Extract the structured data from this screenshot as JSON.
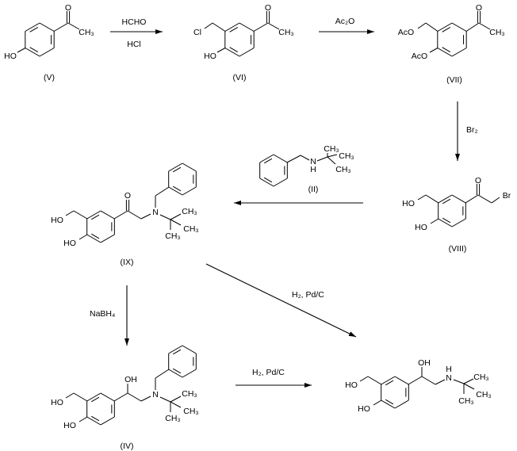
{
  "compounds": {
    "V": {
      "label": "(V)",
      "atoms": [
        "O",
        "CH₃",
        "HO"
      ]
    },
    "VI": {
      "label": "(VI)",
      "atoms": [
        "Cl",
        "HO",
        "O",
        "CH₃"
      ]
    },
    "VII": {
      "label": "(VII)",
      "atoms": [
        "AcO",
        "AcO",
        "O",
        "CH₃"
      ]
    },
    "VIII": {
      "label": "(VIII)",
      "atoms": [
        "HO",
        "HO",
        "O",
        "Br"
      ]
    },
    "II": {
      "label": "(II)",
      "atoms": [
        "N",
        "H",
        "CH₃",
        "CH₃",
        "CH₃"
      ]
    },
    "IX": {
      "label": "(IX)",
      "atoms": [
        "HO",
        "HO",
        "O",
        "N",
        "CH₃",
        "CH₃",
        "CH₃"
      ]
    },
    "IV": {
      "label": "(IV)",
      "atoms": [
        "HO",
        "HO",
        "OH",
        "N",
        "CH₃",
        "CH₃",
        "CH₃"
      ]
    },
    "product": {
      "atoms": [
        "HO",
        "HO",
        "OH",
        "N",
        "H",
        "CH₃",
        "CH₃",
        "CH₃"
      ]
    }
  },
  "reagents": {
    "step1_top": "HCHO",
    "step1_bottom": "HCl",
    "step2": "Ac₂O",
    "step3": "Br₂",
    "step5": "NaBH₄",
    "step_diag": "H₂, Pd/C",
    "step6": "H₂, Pd/C"
  }
}
